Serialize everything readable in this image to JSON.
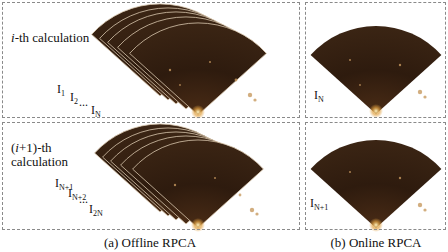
{
  "diagram": {
    "nodes": [
      {
        "text": [
          "i-th calculation",
          "I1",
          "I2",
          "...",
          "IN"
        ]
      },
      {
        "text": [
          "IN"
        ]
      },
      {
        "text": [
          "(i+1)-th calculation",
          "IN+1",
          "IN+2",
          "...",
          "I2N"
        ]
      },
      {
        "text": [
          "IN+1"
        ]
      }
    ],
    "edges": [],
    "labels": [
      "(a) Offline RPCA",
      "(b) Online RPCA"
    ]
  }
}
